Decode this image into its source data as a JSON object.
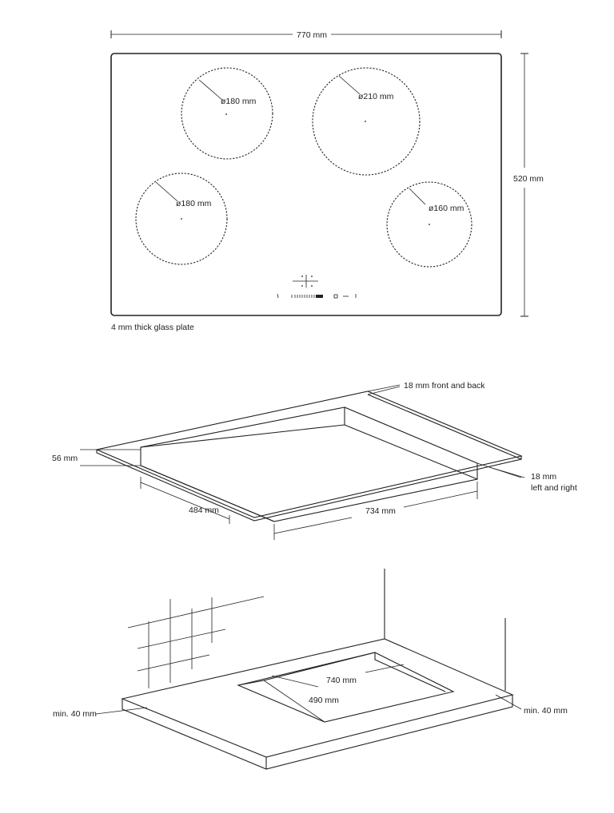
{
  "top_view": {
    "width_label": "770 mm",
    "height_label": "520 mm",
    "glass_note": "4 mm thick glass plate",
    "zones": [
      {
        "label": "ø180 mm"
      },
      {
        "label": "ø210 mm"
      },
      {
        "label": "ø180 mm"
      },
      {
        "label": "ø160 mm"
      }
    ]
  },
  "cutout_view": {
    "front_back_label": "18 mm front and back",
    "left_right_label_1": "18 mm",
    "left_right_label_2": "left and right",
    "depth_label": "56 mm",
    "width_label": "734 mm",
    "length_label": "484 mm"
  },
  "installation_view": {
    "cutout_width_label": "740 mm",
    "cutout_depth_label": "490 mm",
    "min_left_label": "min. 40 mm",
    "min_right_label": "min. 40 mm"
  },
  "colors": {
    "line": "#222222",
    "background": "#ffffff"
  }
}
